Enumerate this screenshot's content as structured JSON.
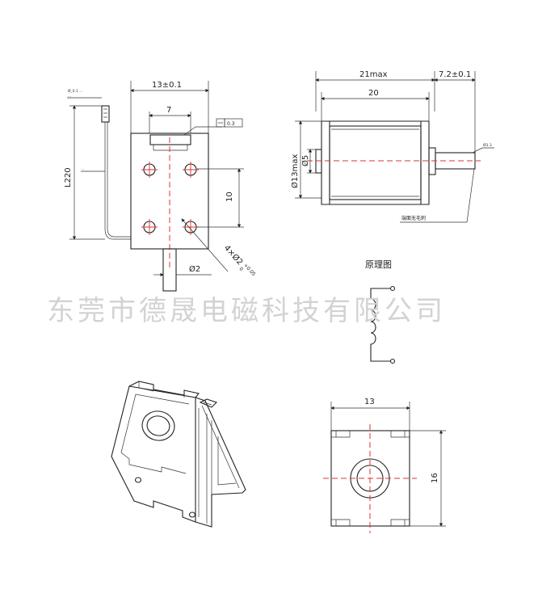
{
  "front_view": {
    "width_dim": "13±0.1",
    "slot_dim": "7",
    "flatness": "0.3",
    "length_dim": "L220",
    "hole_spacing_dim": "10",
    "hole_spec": "4×Ø2",
    "hole_tol": "+0.05",
    "hole_tol_low": "0",
    "plunger_dim": "Ø2",
    "wire_note_1": "Ø_0.1 ...",
    "wire_note_2": "...",
    "wire_note_3": "..."
  },
  "side_view": {
    "max_len_dim": "21max",
    "body_len_dim": "20",
    "stroke_dim": "7.2±0.1",
    "outer_dia_dim": "Ø13max",
    "inner_dia_dim": "Ø5",
    "shaft_note": "Ø3.3",
    "end_note": "端面无毛刺"
  },
  "schematic": {
    "title": "原理图"
  },
  "watermark": "东莞市德晟电磁科技有限公司",
  "bottom_view": {
    "width_dim": "13",
    "height_dim": "16"
  }
}
